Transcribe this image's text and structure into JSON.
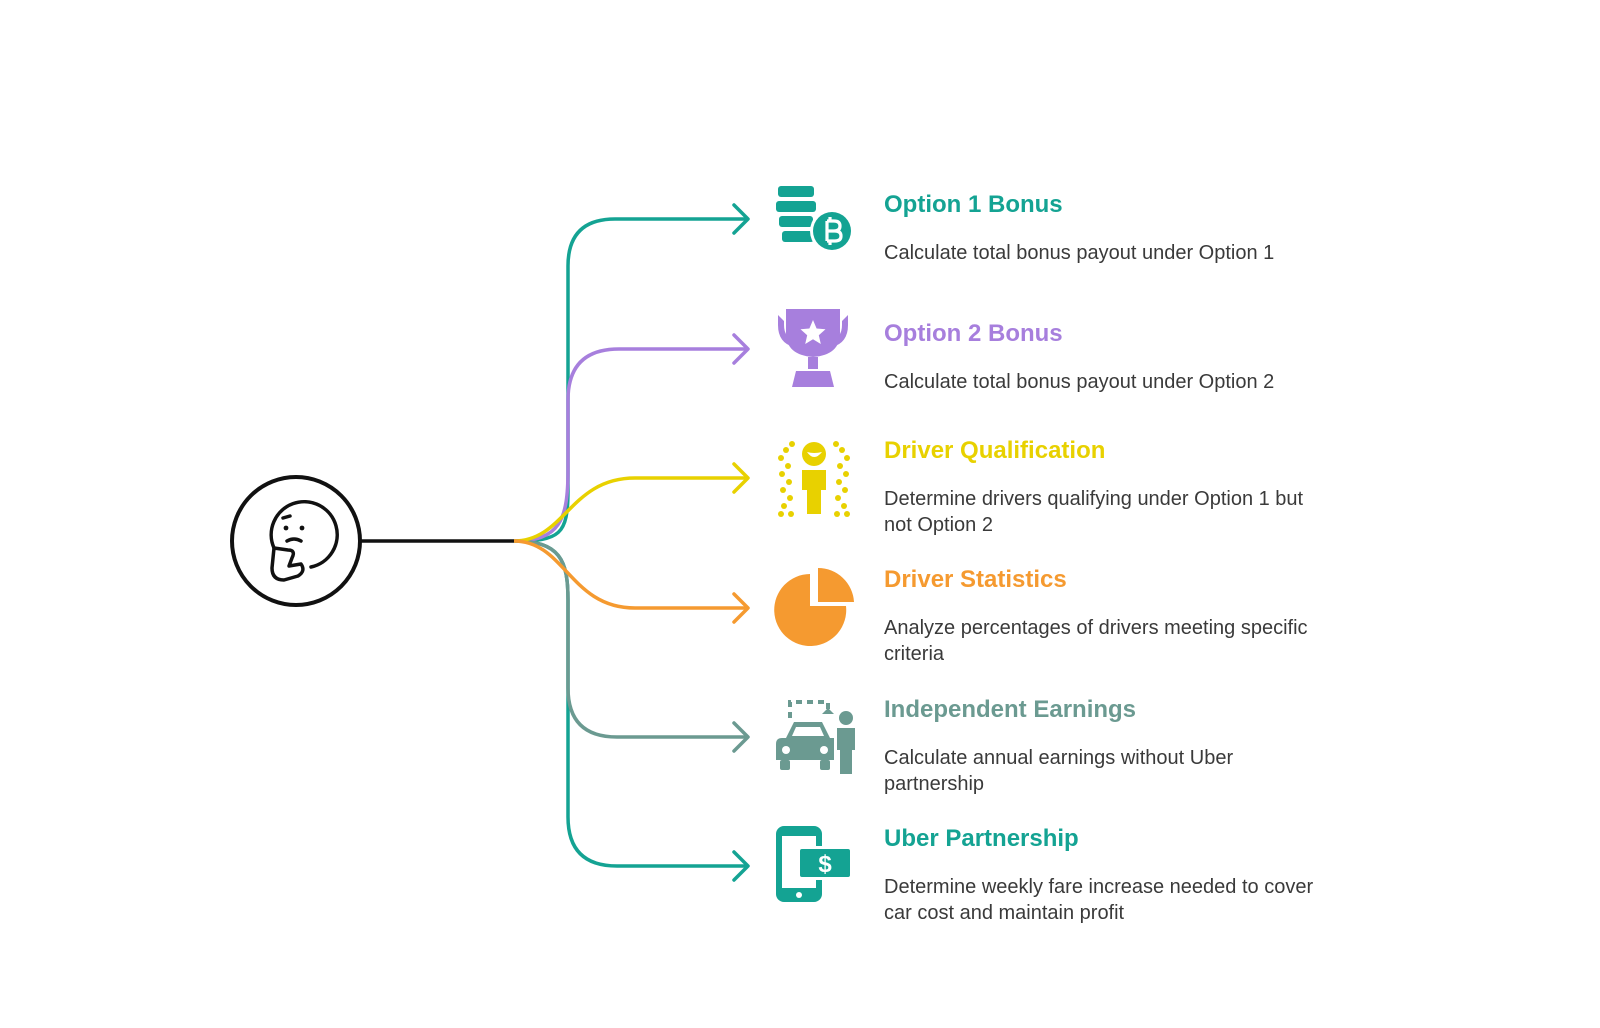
{
  "central_node": {
    "icon": "thinking-face-icon"
  },
  "branches": [
    {
      "title": "Option 1 Bonus",
      "description": "Calculate total bonus payout under Option 1",
      "color": "#14a393",
      "icon": "coin-stack-bitcoin-icon"
    },
    {
      "title": "Option 2 Bonus",
      "description": "Calculate total bonus payout under Option 2",
      "color": "#a77fdd",
      "icon": "trophy-star-icon"
    },
    {
      "title": "Driver Qualification",
      "description": "Determine drivers qualifying under Option 1 but not Option 2",
      "color": "#e8d100",
      "icon": "person-highlight-icon"
    },
    {
      "title": "Driver Statistics",
      "description": "Analyze percentages of drivers meeting specific criteria",
      "color": "#f59a30",
      "icon": "pie-chart-icon"
    },
    {
      "title": "Independent Earnings",
      "description": "Calculate annual earnings without Uber partnership",
      "color": "#6b9a91",
      "icon": "car-driver-icon"
    },
    {
      "title": "Uber Partnership",
      "description": "Determine weekly fare increase needed to cover car cost and maintain profit",
      "color": "#14a393",
      "icon": "phone-dollar-icon"
    }
  ]
}
